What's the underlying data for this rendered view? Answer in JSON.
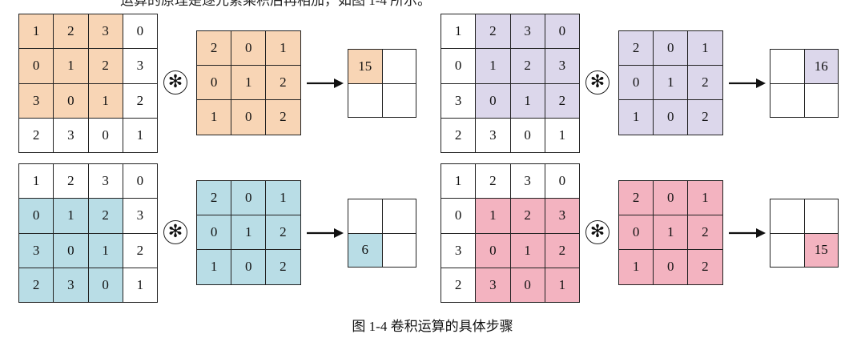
{
  "header_text": "运算的原理是逐元素乘积后再相加，如图 1-4 所示。",
  "operator_symbol": "✻",
  "caption": "图 1-4  卷积运算的具体步骤",
  "input_matrix": [
    [
      1,
      2,
      3,
      0
    ],
    [
      0,
      1,
      2,
      3
    ],
    [
      3,
      0,
      1,
      2
    ],
    [
      2,
      3,
      0,
      1
    ]
  ],
  "kernel": [
    [
      2,
      0,
      1
    ],
    [
      0,
      1,
      2
    ],
    [
      1,
      0,
      2
    ]
  ],
  "colors": {
    "orange": "#f8d5b5",
    "purple": "#dcd7eb",
    "blue": "#b9dde6",
    "pink": "#f3b3c0"
  },
  "panels": [
    {
      "id": "top-left",
      "color": "orange",
      "window_row": 0,
      "window_col": 0,
      "result_row": 0,
      "result_col": 0,
      "result": "15"
    },
    {
      "id": "top-right",
      "color": "purple",
      "window_row": 0,
      "window_col": 1,
      "result_row": 0,
      "result_col": 1,
      "result": "16"
    },
    {
      "id": "bottom-left",
      "color": "blue",
      "window_row": 1,
      "window_col": 0,
      "result_row": 1,
      "result_col": 0,
      "result": "6"
    },
    {
      "id": "bottom-right",
      "color": "pink",
      "window_row": 1,
      "window_col": 1,
      "result_row": 1,
      "result_col": 1,
      "result": "15"
    }
  ]
}
